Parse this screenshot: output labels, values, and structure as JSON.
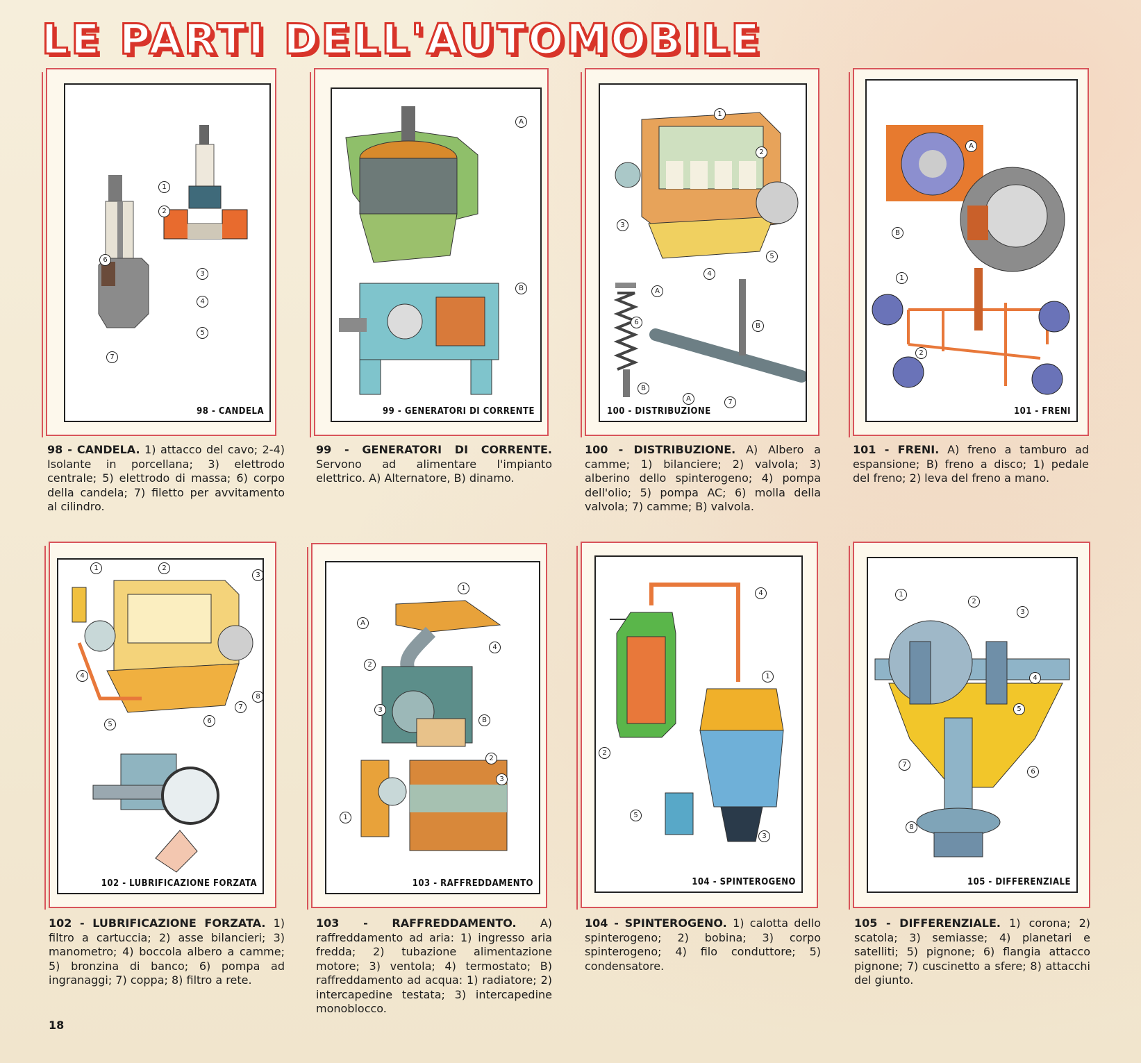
{
  "page": {
    "title": "LE PARTI DELL'AUTOMOBILE",
    "page_number": "18"
  },
  "cards": [
    {
      "caption": "98 - CANDELA",
      "heading": "98 - CANDELA.",
      "text": "1) attacco del cavo; 2-4) Isolante in porcellana; 3) elettrodo centrale; 5) elettrodo di massa; 6) corpo della candela; 7) filetto per avvitamento al cilindro.",
      "labels": [
        "1",
        "2",
        "3",
        "4",
        "5",
        "6",
        "7"
      ]
    },
    {
      "caption": "99 - GENERATORI DI CORRENTE",
      "heading": "99 - GENERATORI DI CORRENTE.",
      "text": "Servono ad alimentare l'impianto elettrico. A) Alternatore, B) dinamo.",
      "labels": [
        "A",
        "B"
      ]
    },
    {
      "caption": "100 - DISTRIBUZIONE",
      "heading": "100 - DISTRIBUZIONE.",
      "text": "A) Albero a camme; 1) bilanciere; 2) valvola; 3) alberino dello spinterogeno; 4) pompa dell'olio; 5) pompa AC; 6) molla della valvola; 7) camme; B) valvola.",
      "labels": [
        "1",
        "2",
        "3",
        "4",
        "5",
        "A",
        "6",
        "B",
        "B",
        "A",
        "7"
      ]
    },
    {
      "caption": "101 - FRENI",
      "heading": "101 - FRENI.",
      "text": "A) freno a tamburo ad espansione; B) freno a disco; 1) pedale del freno; 2) leva del freno a mano.",
      "labels": [
        "A",
        "B",
        "1",
        "2"
      ]
    },
    {
      "caption": "102 - LUBRIFICAZIONE FORZATA",
      "heading": "102 - LUBRIFICAZIONE FORZATA.",
      "text": "1) filtro a cartuccia; 2) asse bilancieri; 3) manometro; 4) boccola albero a camme; 5) bronzina di banco; 6) pompa ad ingranaggi; 7) coppa; 8) filtro a rete.",
      "labels": [
        "1",
        "2",
        "3",
        "4",
        "5",
        "6",
        "7",
        "8"
      ]
    },
    {
      "caption": "103 - RAFFREDDAMENTO",
      "heading": "103 - RAFFREDDAMENTO.",
      "text": "A) raffreddamento ad aria: 1) ingresso aria fredda; 2) tubazione alimentazione motore; 3) ventola; 4) termostato; B) raffreddamento ad acqua: 1) radiatore; 2) intercapedine testata; 3) intercapedine monoblocco.",
      "labels": [
        "1",
        "A",
        "4",
        "2",
        "3",
        "B",
        "2",
        "3",
        "1"
      ]
    },
    {
      "caption": "104 - SPINTEROGENO",
      "heading": "104 - SPINTEROGENO.",
      "text": "1) calotta dello spinterogeno; 2) bobina; 3) corpo spinterogeno; 4) filo conduttore; 5) condensatore.",
      "labels": [
        "4",
        "1",
        "2",
        "5",
        "3"
      ]
    },
    {
      "caption": "105 - DIFFERENZIALE",
      "heading": "105 - DIFFERENZIALE.",
      "text": "1) corona; 2) scatola; 3) semiasse; 4) planetari e satelliti; 5) pignone; 6) flangia attacco pignone; 7) cuscinetto a sfere; 8) attacchi del giunto.",
      "labels": [
        "1",
        "2",
        "3",
        "4",
        "5",
        "6",
        "7",
        "8"
      ]
    }
  ],
  "colors": {
    "title_red": "#d8342a",
    "frame_red": "#d8545a",
    "label_green": "#3a9a3a"
  }
}
